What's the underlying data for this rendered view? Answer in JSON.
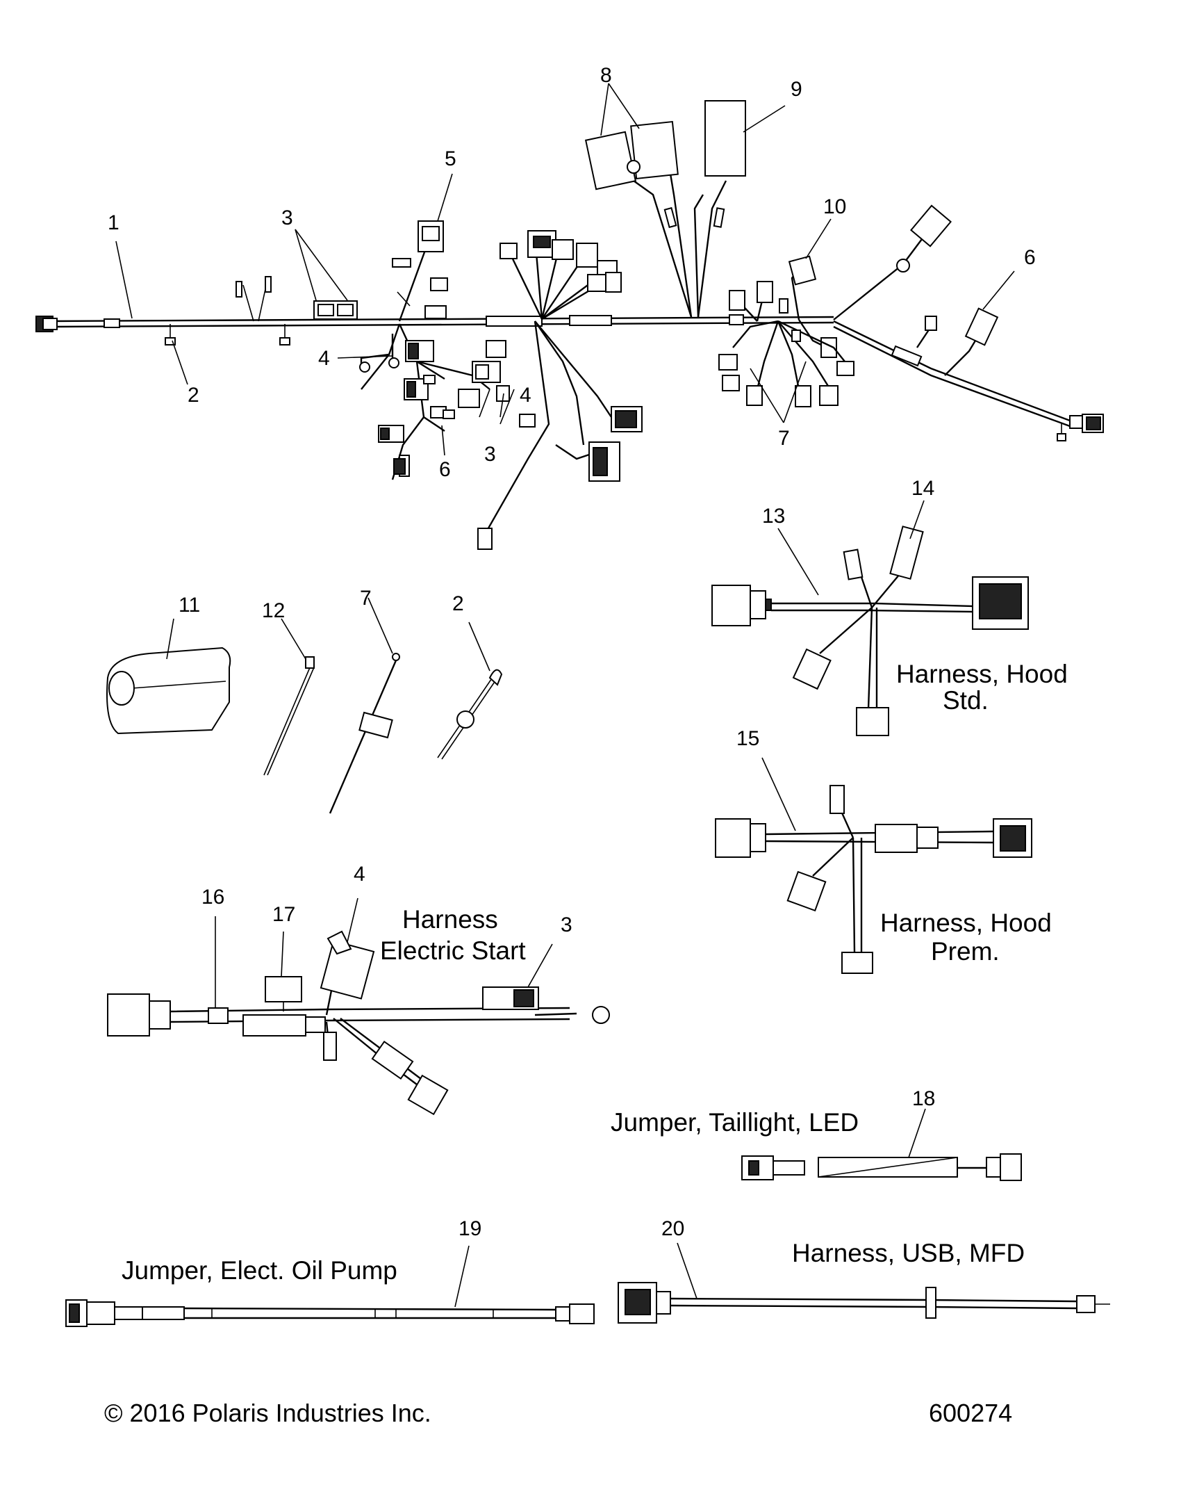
{
  "callouts": {
    "c1": "1",
    "c2a": "2",
    "c2b": "2",
    "c3a": "3",
    "c3b": "3",
    "c3c": "3",
    "c4a": "4",
    "c4b": "4",
    "c4c": "4",
    "c5": "5",
    "c6a": "6",
    "c6b": "6",
    "c7a": "7",
    "c7b": "7",
    "c8": "8",
    "c9": "9",
    "c10": "10",
    "c11": "11",
    "c12": "12",
    "c13": "13",
    "c14": "14",
    "c15": "15",
    "c16": "16",
    "c17": "17",
    "c18": "18",
    "c19": "19",
    "c20": "20"
  },
  "captions": {
    "hood_std_1": "Harness, Hood",
    "hood_std_2": "Std.",
    "hood_prem_1": "Harness, Hood",
    "hood_prem_2": "Prem.",
    "elec_start_1": "Harness",
    "elec_start_2": "Electric Start",
    "taillight": "Jumper, Taillight, LED",
    "oil_pump": "Jumper, Elect. Oil Pump",
    "usb_mfd": "Harness, USB, MFD"
  },
  "footer": {
    "copyright": "© 2016 Polaris Industries Inc.",
    "figure_number": "600274"
  }
}
